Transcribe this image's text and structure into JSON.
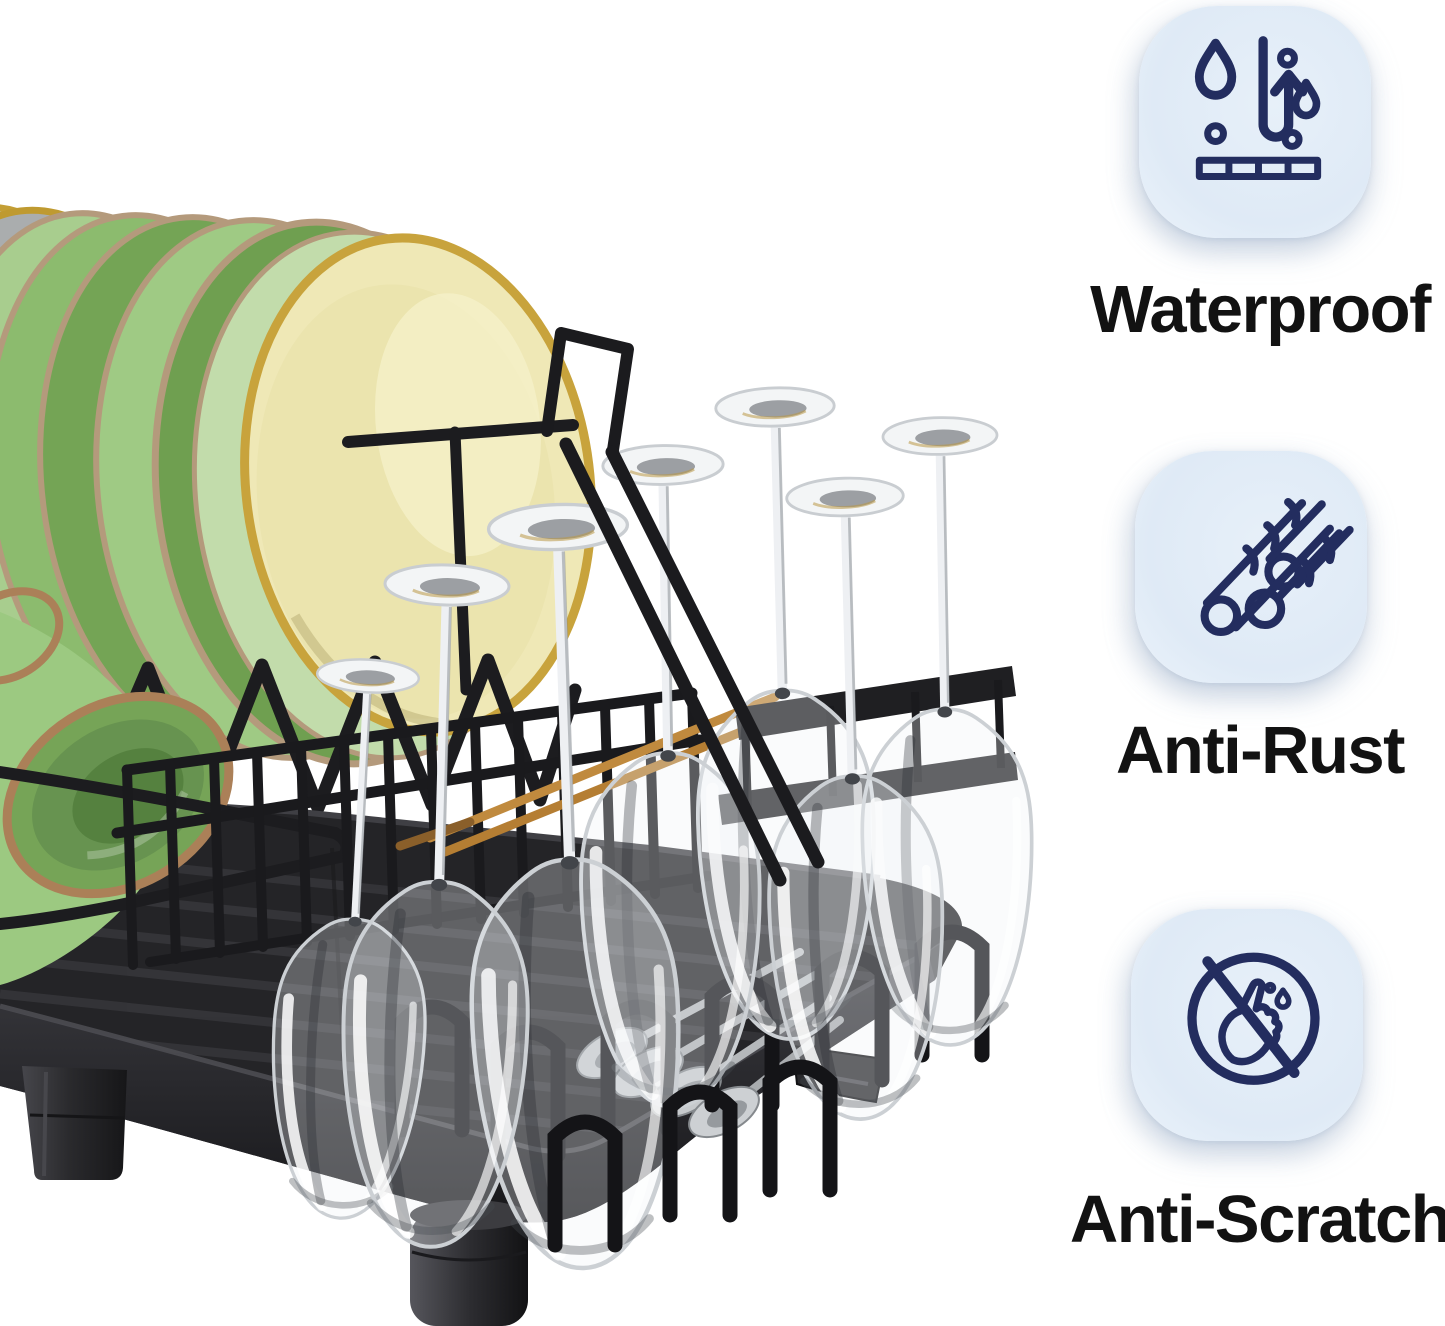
{
  "image": {
    "alt": "Black expandable dish drying rack holding green and cream gold-rimmed plates, a green cup, cutlery basket, chopsticks and eight upside-down wine glasses on a dark drainboard"
  },
  "features": [
    {
      "label": "Waterproof",
      "icon": "waterproof-icon"
    },
    {
      "label": "Anti-Rust",
      "icon": "anti-rust-icon"
    },
    {
      "label": "Anti-Scratch",
      "icon": "anti-scratch-icon"
    }
  ],
  "colors": {
    "icon_stroke": "#232d5f",
    "icon_tile_blue": "#dfeaf6",
    "label_text": "#121212",
    "rack_wire_black": "#1b1b1e",
    "tray_dark": "#242427",
    "plate_green": "#8cbb6e",
    "plate_light_green": "#a8cd8e",
    "plate_gray": "#b4b7b8",
    "plate_cream": "#efe8b6",
    "rim_gold": "#c8a33c",
    "rim_bronze": "#b49a7c",
    "cup_green": "#9cc981",
    "chopstick_wood": "#c08a3e",
    "glass_highlight": "#f3f5f6"
  }
}
